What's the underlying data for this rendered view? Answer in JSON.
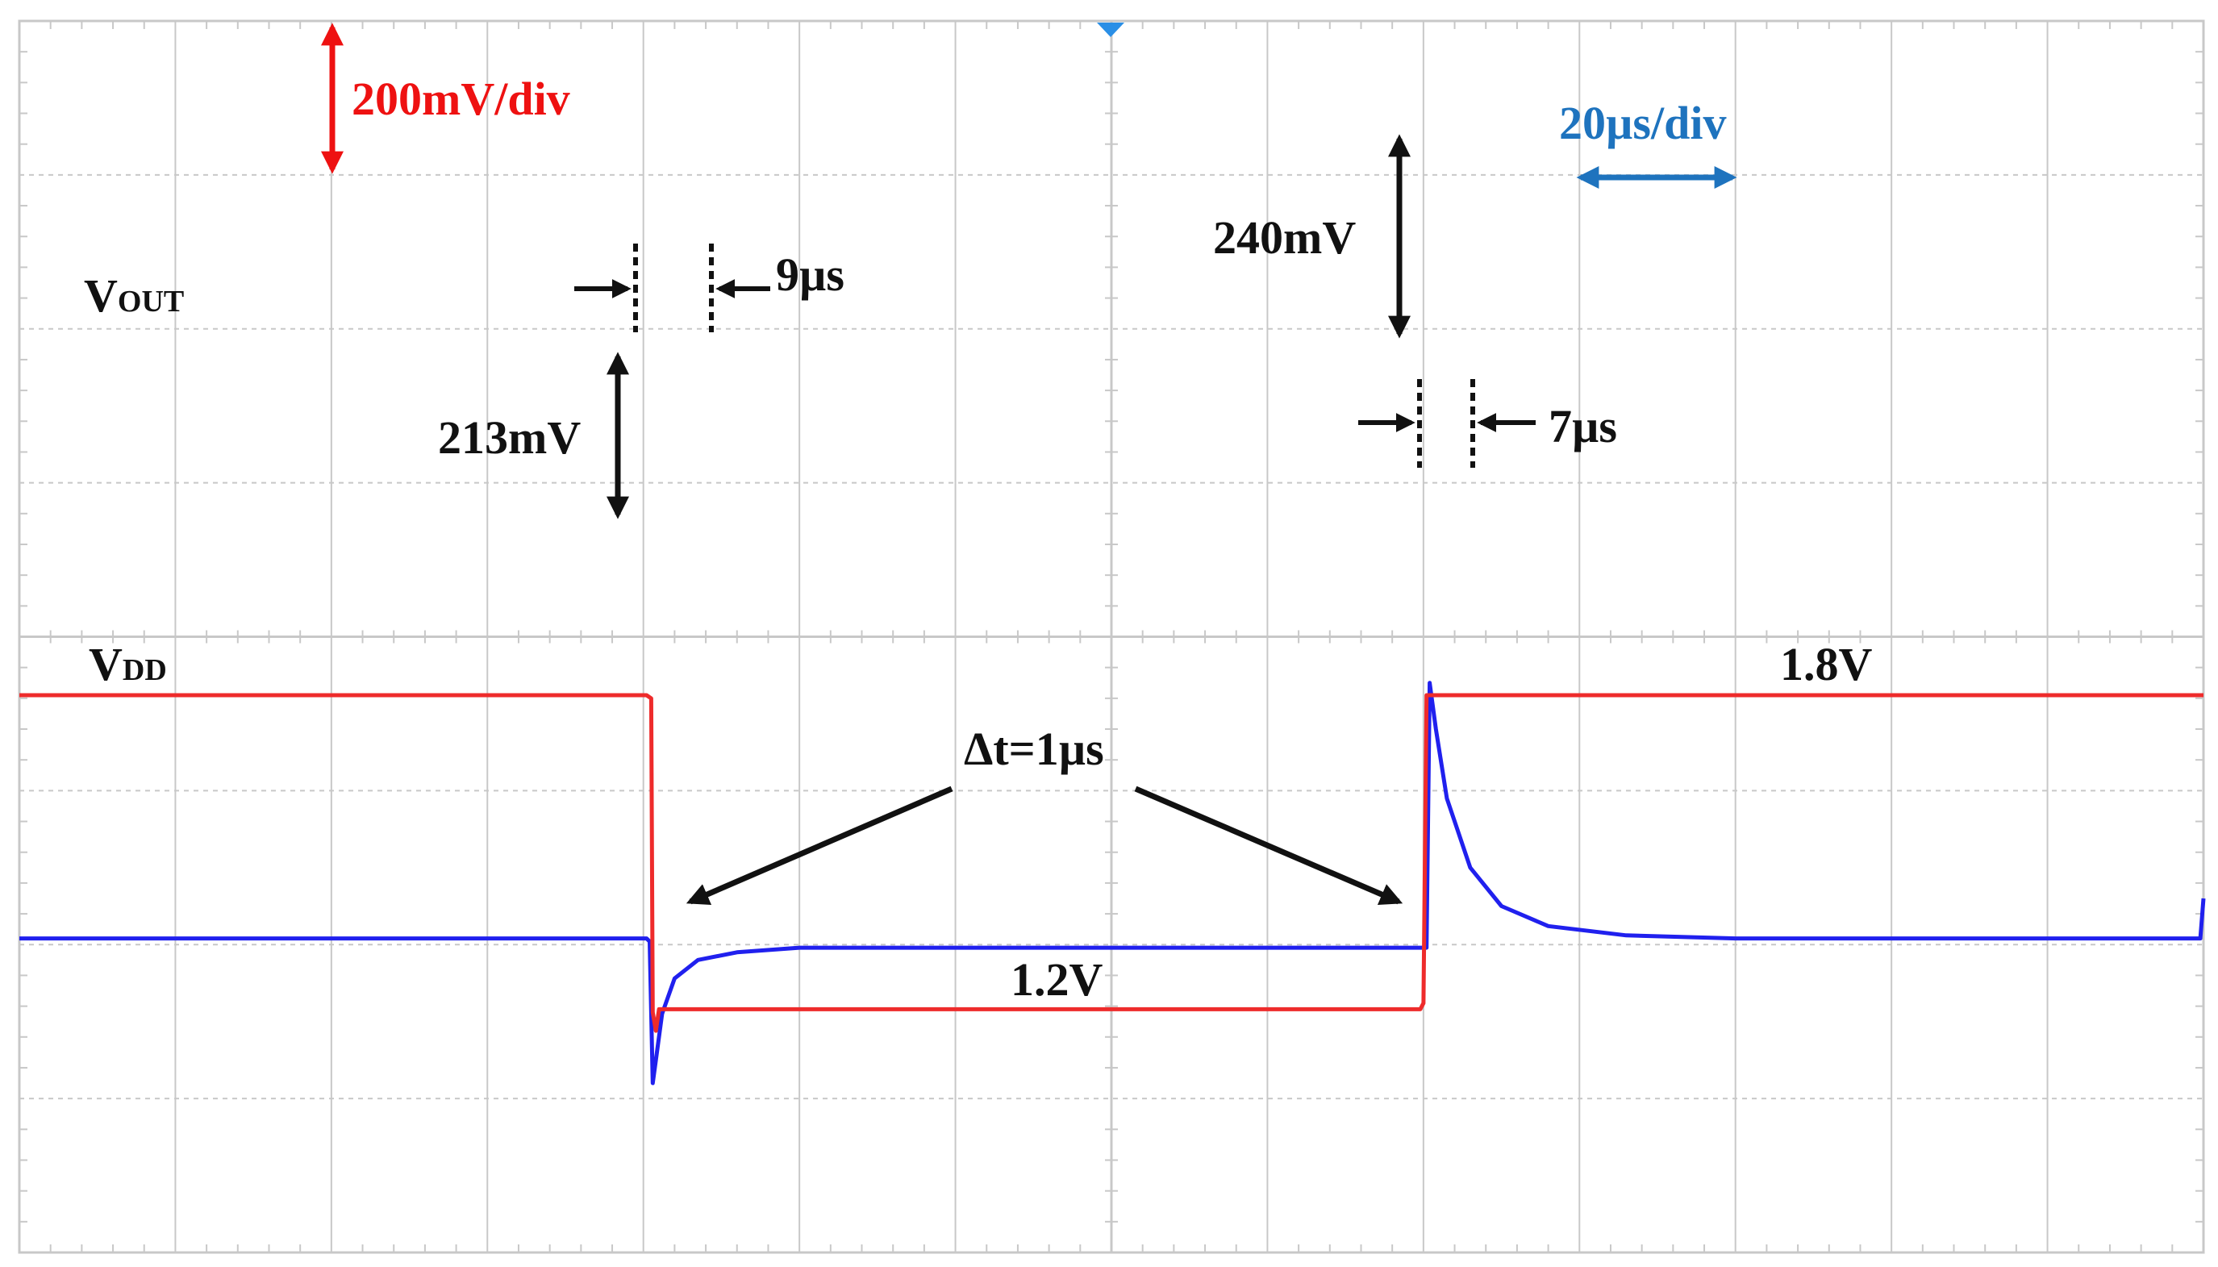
{
  "chart_data": {
    "type": "line",
    "title": "",
    "xlabel": "",
    "ylabel": "",
    "grid": true,
    "grid_divisions": {
      "x": 14,
      "y": 8
    },
    "time_scale_label": "20µs/div",
    "voltage_scale_label": "200mV/div",
    "series": [
      {
        "name": "VOUT",
        "label_main": "V",
        "label_sub": "OUT",
        "color": "#2020ee",
        "points": [
          [
            0,
            2.04
          ],
          [
            4.02,
            2.04
          ],
          [
            4.04,
            2.02
          ],
          [
            4.06,
            1.1
          ],
          [
            4.08,
            1.25
          ],
          [
            4.12,
            1.55
          ],
          [
            4.2,
            1.78
          ],
          [
            4.35,
            1.9
          ],
          [
            4.6,
            1.95
          ],
          [
            5.0,
            1.98
          ],
          [
            9.0,
            1.98
          ],
          [
            9.02,
            1.98
          ],
          [
            9.04,
            3.7
          ],
          [
            9.08,
            3.4
          ],
          [
            9.15,
            2.95
          ],
          [
            9.3,
            2.5
          ],
          [
            9.5,
            2.25
          ],
          [
            9.8,
            2.12
          ],
          [
            10.3,
            2.06
          ],
          [
            11,
            2.04
          ],
          [
            13.98,
            2.04
          ],
          [
            14.0,
            2.3
          ]
        ]
      },
      {
        "name": "VDD",
        "label_main": "V",
        "label_sub": "DD",
        "color": "#ee2b2b",
        "points": [
          [
            0,
            3.62
          ],
          [
            4.02,
            3.62
          ],
          [
            4.05,
            3.6
          ],
          [
            4.06,
            1.56
          ],
          [
            4.08,
            1.44
          ],
          [
            4.1,
            1.58
          ],
          [
            8.98,
            1.58
          ],
          [
            9.0,
            1.62
          ],
          [
            9.02,
            3.62
          ],
          [
            14,
            3.62
          ]
        ]
      }
    ],
    "annotations": {
      "vout_dip": "213mV",
      "vout_overshoot": "240mV",
      "settle_fall": "9µs",
      "settle_rise": "7µs",
      "transition_time": "Δt=1µs",
      "vdd_high": "1.8V",
      "vdd_low": "1.2V"
    },
    "colors": {
      "voltage_scale": "#ee1111",
      "time_scale": "#1e73be",
      "annotation": "#111111",
      "grid": "#c8c8c8",
      "trigger_marker": "#2a8fe6"
    }
  }
}
